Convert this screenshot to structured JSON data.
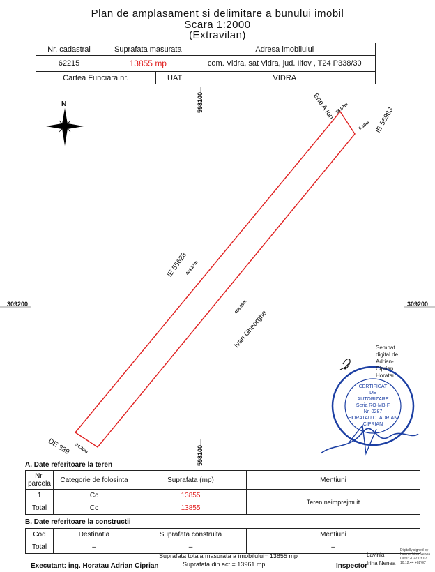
{
  "header": {
    "title_line1": "Plan de amplasament si delimitare a bunului imobil",
    "title_line2": "Scara 1:2000",
    "title_line3": "(Extravilan)"
  },
  "info_table": {
    "h_cadastral": "Nr. cadastral",
    "h_suprafata": "Suprafata masurata",
    "h_adresa": "Adresa imobilului",
    "v_cadastral": "62215",
    "v_suprafata": "13855 mp",
    "v_adresa": "com. Vidra, sat Vidra, jud. Ilfov , T24 P338/30",
    "h_cf": "Cartea Funciara nr.",
    "v_cf": "",
    "h_uat": "UAT",
    "v_uat": "VIDRA"
  },
  "plan": {
    "coord_top": "598100",
    "coord_bottom": "598100",
    "coord_left": "309200",
    "coord_right": "309200",
    "north": "N",
    "neighbor_ne": "Ene A Ion",
    "neighbor_e": "IE 56983",
    "neighbor_nw": "IE 55628",
    "neighbor_se": "Ivan Gheorghe",
    "neighbor_sw": "DE 339",
    "dim_top": "28.07m",
    "dim_right_top": "6.19m",
    "dim_left": "404.27m",
    "dim_right": "408.05m",
    "dim_bottom": "34.20m"
  },
  "signature": {
    "digital_text": [
      "Semnat",
      "digital de",
      "Adrian-",
      "Ciprian",
      "Horatau"
    ],
    "stamp_lines": [
      "CERTIFICAT",
      "DE",
      "AUTORIZARE",
      "Seria RO-MB-F",
      "Nr. 0287",
      "HORATAU O. ADRIAN",
      "CIPRIAN"
    ]
  },
  "section_a": {
    "title": "A. Date referitoare la teren",
    "h_nr": "Nr. parcela",
    "h_categorie": "Categorie de folosinta",
    "h_suprafata": "Suprafata (mp)",
    "h_mentiuni": "Mentiuni",
    "r1_nr": "1",
    "r1_cat": "Cc",
    "r1_supr": "13855",
    "r1_ment": "Teren neimprejmuit",
    "total_label": "Total",
    "total_cat": "Cc",
    "total_supr": "13855"
  },
  "section_b": {
    "title": "B. Date referitoare la constructii",
    "h_cod": "Cod",
    "h_destinatia": "Destinatia",
    "h_suprafata": "Suprafata construita",
    "h_mentiuni": "Mentiuni",
    "total_label": "Total",
    "dash1": "–",
    "dash2": "–",
    "dash3": "–"
  },
  "footer": {
    "total_line": "Suprafata totala masurata a imobilului= 13855 mp",
    "act_line": "Suprafata din act    = 13961 mp",
    "executant": "Executant: ing. Horatau Adrian Ciprian",
    "inspector": "Inspector",
    "inspector_name1": "Lavinia",
    "inspector_name2": "Irina Nenea",
    "signed_note": "Digitally signed by Lavinia Irina Nenea Date: 2022.03.07 10:12:44 +02'00'"
  }
}
